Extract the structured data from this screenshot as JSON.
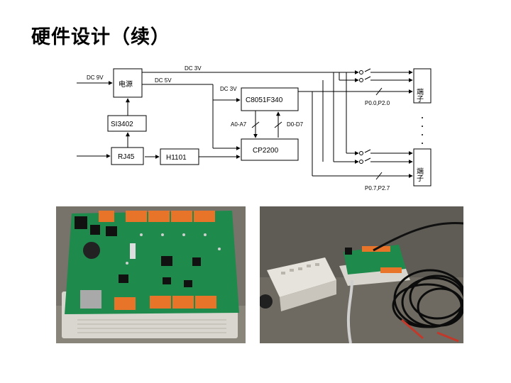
{
  "title": "硬件设计（续）",
  "diagram": {
    "blocks": {
      "power": "电源",
      "si3402": "SI3402",
      "rj45": "RJ45",
      "h1101": "H1101",
      "mcu": "C8051F340",
      "cp2200": "CP2200",
      "terminal_top": "端子",
      "terminal_bottom": "端子"
    },
    "signals": {
      "dc9v": "DC 9V",
      "dc5v": "DC 5V",
      "dc3v_top": "DC 3V",
      "dc3v_mcu": "DC 3V",
      "addr": "A0-A7",
      "data": "D0-D7",
      "port_top": "P0.0,P2.0",
      "port_bottom": "P0.7,P2.7"
    }
  },
  "photos": {
    "left": "pcb-board-icon",
    "right": "enclosure-with-cable-icon"
  }
}
